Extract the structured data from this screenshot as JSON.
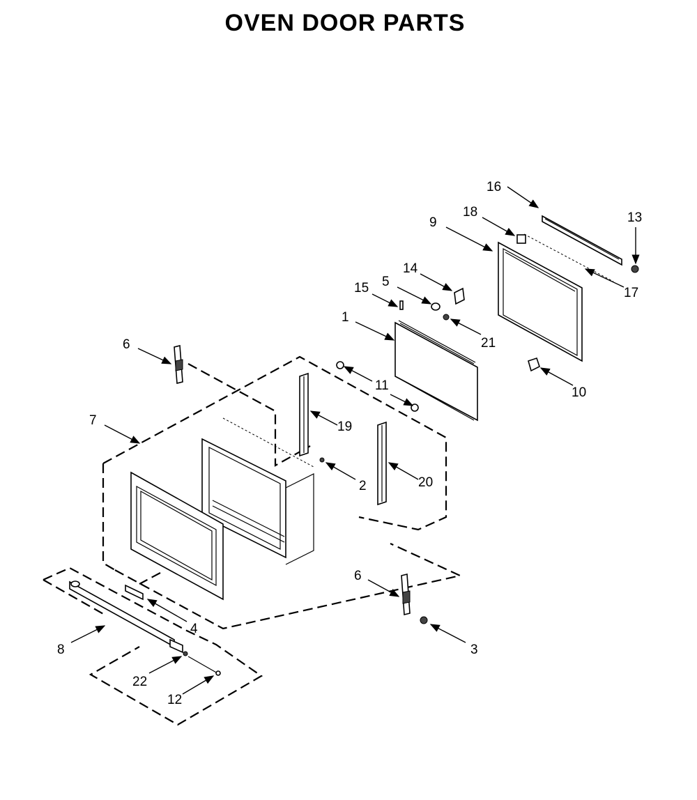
{
  "title": "OVEN DOOR PARTS",
  "callouts": [
    "16",
    "13",
    "18",
    "9",
    "17",
    "14",
    "5",
    "15",
    "1",
    "21",
    "6",
    "11",
    "10",
    "7",
    "19",
    "2",
    "20",
    "6",
    "3",
    "8",
    "4",
    "22",
    "12"
  ]
}
